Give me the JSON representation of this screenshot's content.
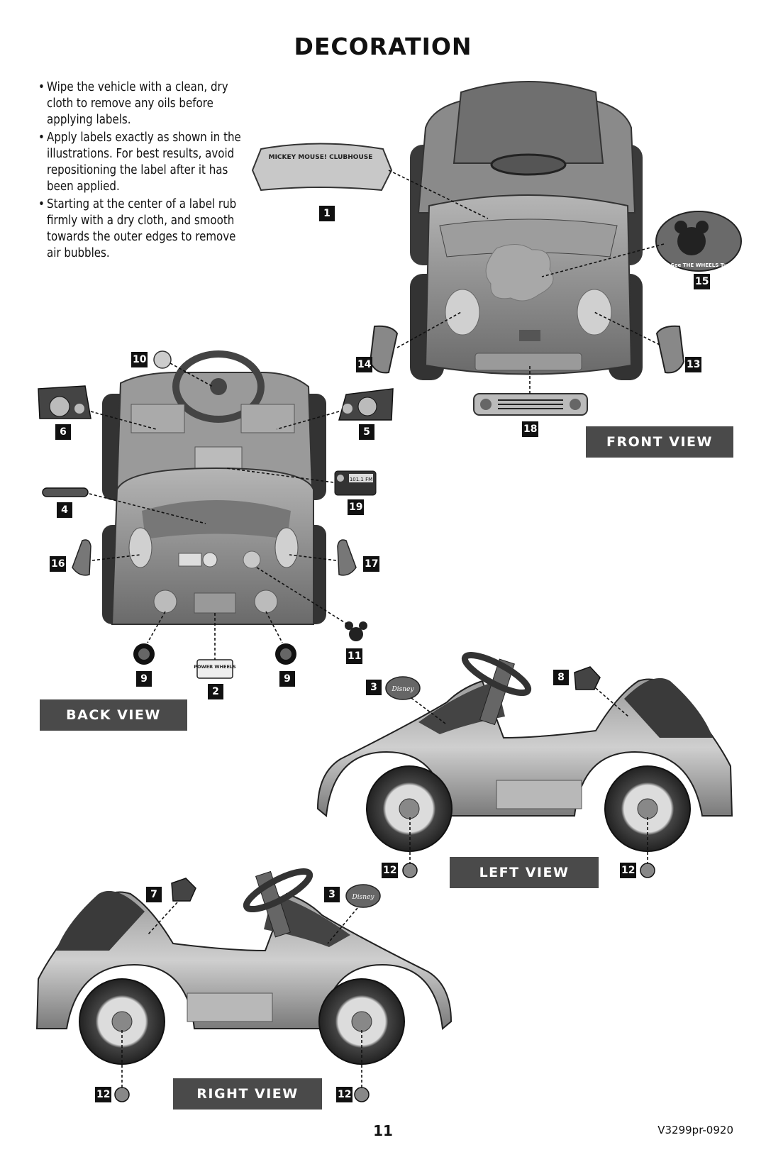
{
  "page": {
    "title": "DECORATION",
    "instructions": [
      "Wipe the vehicle with a clean, dry cloth to remove any oils before applying labels.",
      "Apply labels exactly as shown in the illustrations. For best results, avoid repositioning the label after it has been applied.",
      "Starting at the center of a label rub firmly with a dry cloth, and smooth towards the outer edges to remove air bubbles."
    ],
    "page_number": "11",
    "doc_code": "V3299pr-0920"
  },
  "views": {
    "front": "FRONT VIEW",
    "back": "BACK VIEW",
    "left": "LEFT VIEW",
    "right": "RIGHT VIEW"
  },
  "label_texts": {
    "label1": "MICKEY MOUSE! CLUBHOUSE",
    "label15": "I can See THE WHEELS Turning",
    "label3": "Disney",
    "label2": "POWER WHEELS",
    "label19": "101.1 FM"
  },
  "callouts": {
    "c1": "1",
    "c15": "15",
    "c14": "14",
    "c13": "13",
    "c18": "18",
    "c10": "10",
    "c6": "6",
    "c5": "5",
    "c19": "19",
    "c4": "4",
    "c16": "16",
    "c17": "17",
    "c11": "11",
    "c9a": "9",
    "c9b": "9",
    "c2": "2",
    "c3l": "3",
    "c8": "8",
    "c12a": "12",
    "c12b": "12",
    "c7": "7",
    "c3r": "3",
    "c12c": "12",
    "c12d": "12"
  }
}
